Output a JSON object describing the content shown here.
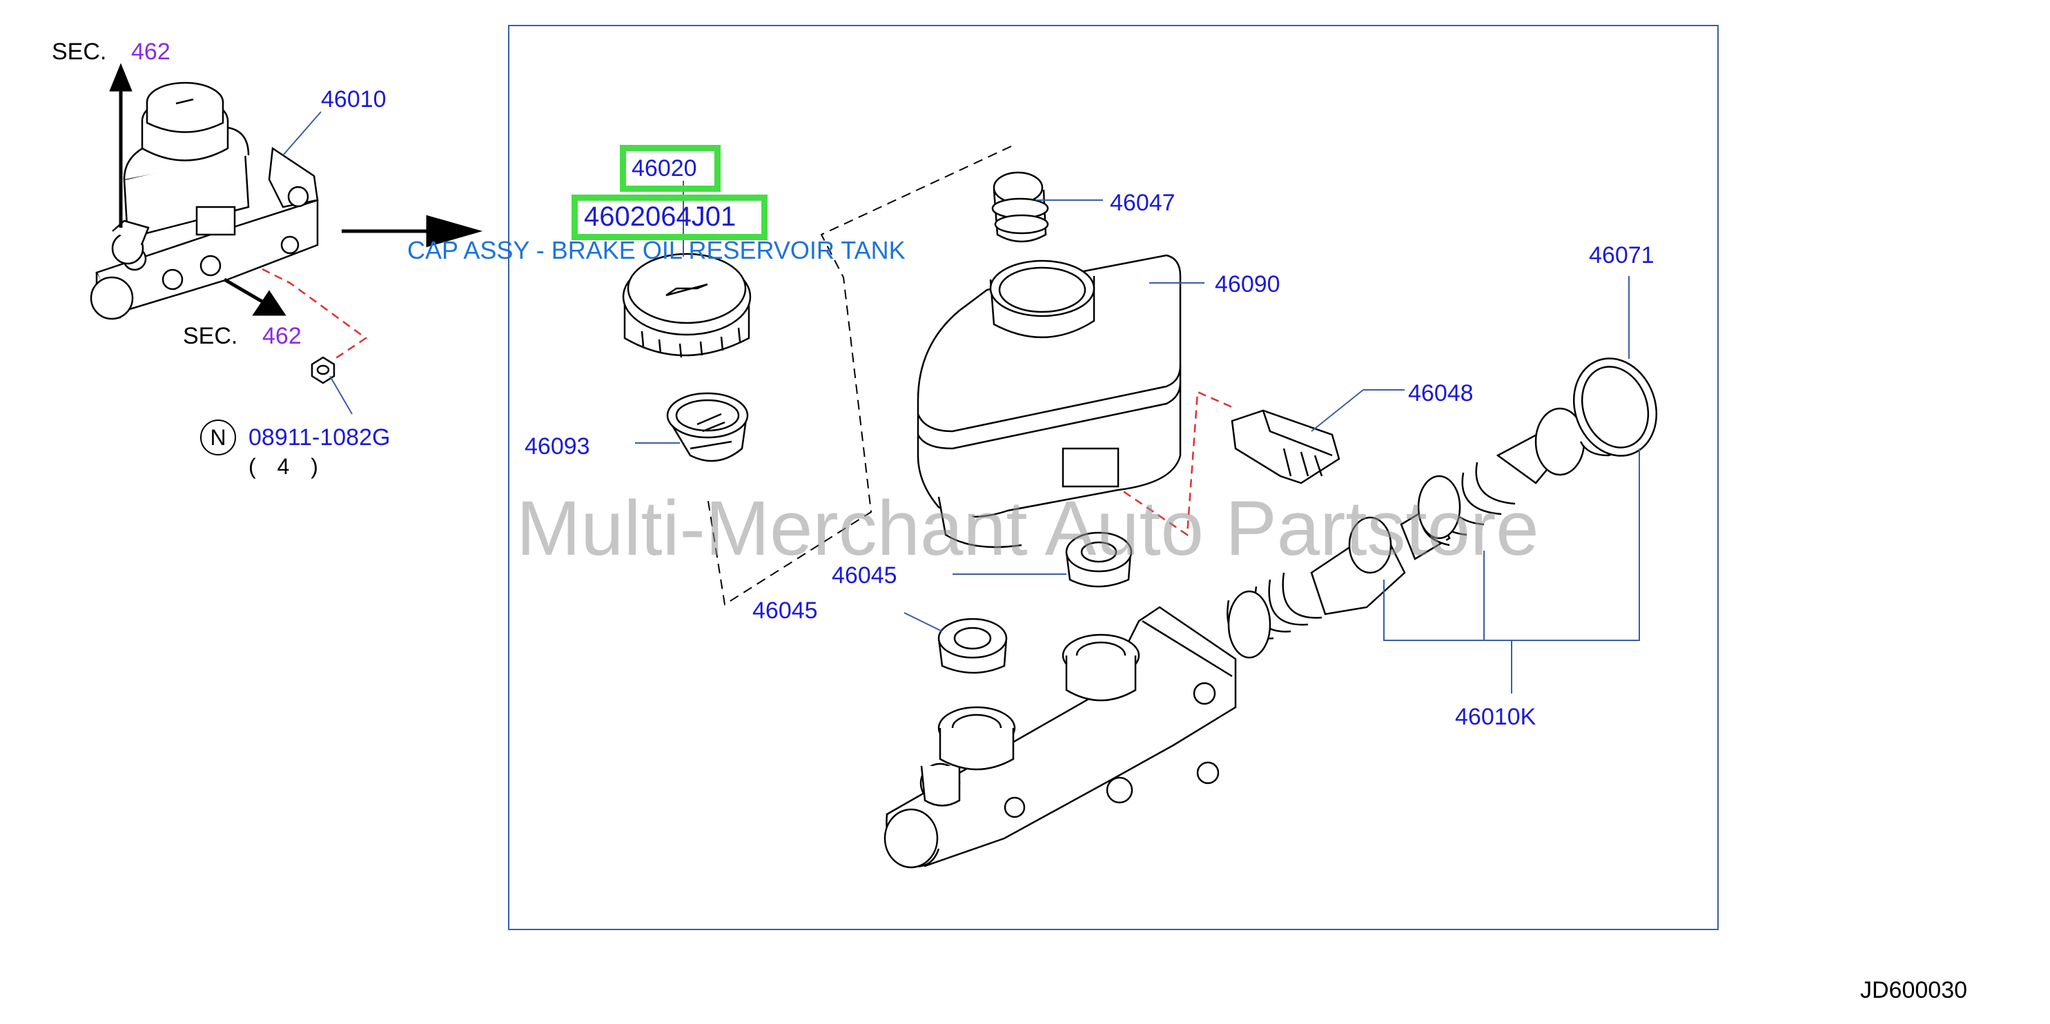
{
  "diagram": {
    "code": "JD600030",
    "watermark": "Multi-Merchant Auto Partstore",
    "left_overview": {
      "sec_top": {
        "prefix": "SEC.",
        "number": "462"
      },
      "sec_bottom": {
        "prefix": "SEC.",
        "number": "462"
      },
      "part_46010": "46010",
      "nut_symbol": "N",
      "nut_part": "08911-1082G",
      "nut_qty": "( 4 )"
    },
    "parts": {
      "p46020": "46020",
      "p46020_num": "4602064J01",
      "p46020_desc": "CAP ASSY - BRAKE OIL RESERVOIR TANK",
      "p46047": "46047",
      "p46090": "46090",
      "p46071": "46071",
      "p46048": "46048",
      "p46093": "46093",
      "p46045_a": "46045",
      "p46045_b": "46045",
      "p46010K": "46010K"
    },
    "colors": {
      "label_blue": "#1a1ad8",
      "sec_purple": "#8a2be2",
      "highlight_green": "#44dd44",
      "desc_blue": "#1e73d8",
      "frame_blue": "#3a5da8",
      "dash_red": "#e03030"
    }
  }
}
